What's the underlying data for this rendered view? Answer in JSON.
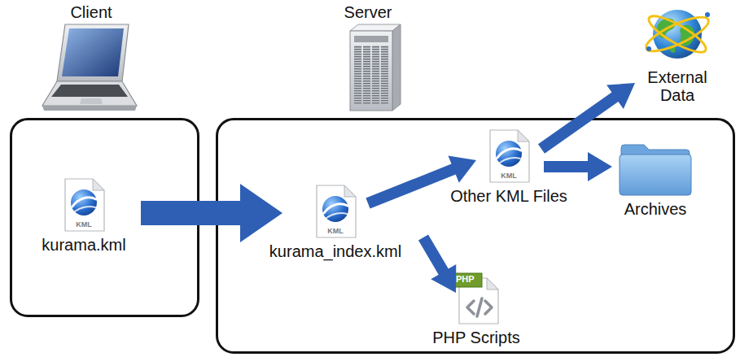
{
  "diagram": {
    "nodes": [
      {
        "text": [
          "Client"
        ]
      },
      {
        "text": [
          "kurama.kml"
        ],
        "in": 0
      },
      {
        "text": [
          "Server"
        ]
      },
      {
        "text": [
          "kurama_index.kml"
        ],
        "in": 2
      },
      {
        "text": [
          "Other KML Files"
        ],
        "in": 2
      },
      {
        "text": [
          "External Data"
        ]
      },
      {
        "text": [
          "Archives"
        ],
        "in": 2
      },
      {
        "text": [
          "PHP Scripts"
        ],
        "in": 2
      }
    ],
    "edges": [
      {
        "from": 1,
        "to": 3,
        "arrow": "to"
      },
      {
        "from": 3,
        "to": 4,
        "arrow": "to"
      },
      {
        "from": 3,
        "to": 7,
        "arrow": "to"
      },
      {
        "from": 4,
        "to": 5,
        "arrow": "to"
      },
      {
        "from": 4,
        "to": 6,
        "arrow": "to"
      }
    ],
    "labels": [
      "KML",
      "KML",
      "KML",
      "PHP"
    ]
  }
}
